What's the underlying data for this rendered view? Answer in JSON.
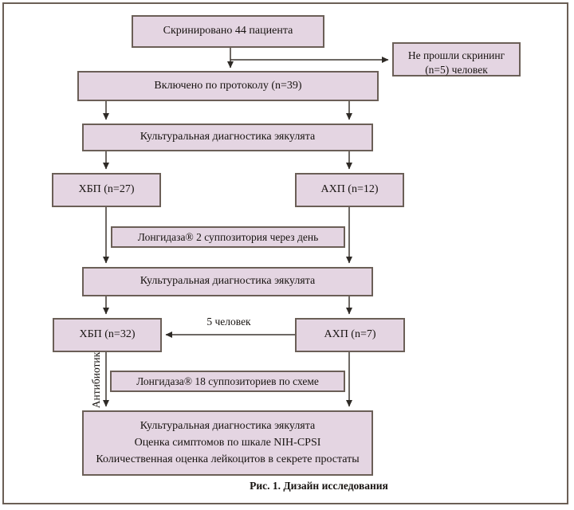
{
  "caption": "Рис. 1.  Дизайн исследования",
  "colors": {
    "box_fill": "#e4d5e2",
    "box_border": "#6b5f57",
    "frame_border": "#6b5f55",
    "arrow": "#3d3731",
    "text": "#171310",
    "background": "#ffffff"
  },
  "nodes": {
    "screened": "Скринировано 44 пациента",
    "screen_failed_line1": "Не прошли скрининг",
    "screen_failed_line2": "(n=5) человек",
    "included": "Включено по протоколу (n=39)",
    "culture1": "Культуральная диагностика эякулята",
    "hbp27": "ХБП (n=27)",
    "ahp12": "АХП (n=12)",
    "longidaza2": "Лонгидаза® 2 суппозитория через день",
    "culture2": "Культуральная диагностика эякулята",
    "hbp32": "ХБП (n=32)",
    "ahp7": "АХП (n=7)",
    "longidaza18": "Лонгидаза® 18 суппозиториев по схеме",
    "final_line1": "Культуральная диагностика эякулята",
    "final_line2": "Оценка симптомов по шкале NIH-CPSI",
    "final_line3": "Количественная оценка лейкоцитов в секрете простаты"
  },
  "edge_labels": {
    "five_people": "5 человек",
    "antibiotic": "Антибиотик"
  }
}
